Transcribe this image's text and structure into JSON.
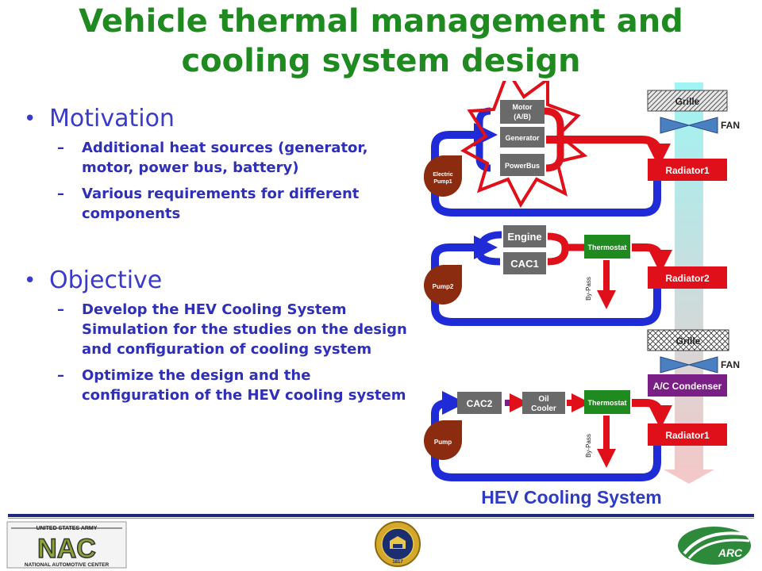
{
  "title_line1": "Vehicle thermal management and",
  "title_line2": "cooling system design",
  "bullets": [
    {
      "heading": "Motivation",
      "subs": [
        "Additional heat sources (generator, motor, power bus, battery)",
        "Various requirements for different components"
      ]
    },
    {
      "heading": "Objective",
      "subs": [
        "Develop the HEV Cooling System Simulation for the studies on the design and configuration of cooling system",
        "Optimize the design and the configuration of the HEV cooling system"
      ]
    }
  ],
  "diagram": {
    "grille_1": "Grille",
    "grille_2": "Grille",
    "fan_1": "FAN",
    "fan_2": "FAN",
    "loop1": {
      "motor_line1": "Motor",
      "motor_line2": "(A/B)",
      "generator": "Generator",
      "powerbus": "PowerBus",
      "pump_line1": "Electric",
      "pump_line2": "Pump1",
      "radiator": "Radiator1"
    },
    "loop2": {
      "engine": "Engine",
      "cac": "CAC1",
      "thermostat": "Thermostat",
      "bypass": "By-Pass",
      "pump": "Pump2",
      "radiator": "Radiator2"
    },
    "loop3": {
      "cac": "CAC2",
      "oil_line1": "Oil",
      "oil_line2": "Cooler",
      "thermostat": "Thermostat",
      "bypass": "By-Pass",
      "pump": "Pump",
      "condenser": "A/C Condenser",
      "radiator": "Radiator1"
    },
    "caption": "HEV Cooling System"
  },
  "footer": {
    "nac_top": "UNITED STATES ARMY",
    "nac_logo": "NAC",
    "nac_bottom": "NATIONAL AUTOMOTIVE CENTER",
    "um_year": "1817",
    "arc_logo": "ARC"
  },
  "colors": {
    "title": "#1f8a1f",
    "bullet": "#3a3acc",
    "hot": "#e0101a",
    "cold": "#1f2bd6",
    "box": "#6a6a6a",
    "thermostat": "#1f8a1f",
    "pump": "#8b2c10",
    "condenser": "#7a1f86"
  }
}
